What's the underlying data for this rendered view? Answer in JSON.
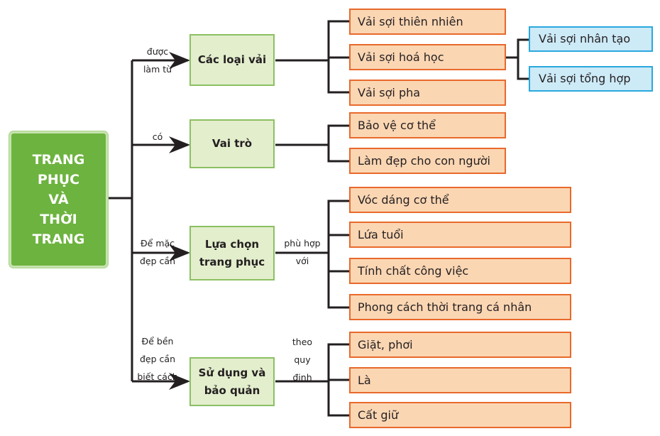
{
  "root": {
    "label": "TRANG\nPHỤC\nVÀ\nTHỜI\nTRANG"
  },
  "branches": [
    {
      "relation": [
        "được",
        "làm từ"
      ],
      "label": "Các loại vải",
      "items": [
        "Vải sợi thiên nhiên",
        "Vải sợi hoá học",
        "Vải sợi pha"
      ],
      "sub_items": [
        "Vải sợi nhân tạo",
        "Vải sợi tổng hợp"
      ]
    },
    {
      "relation": [
        "có"
      ],
      "label": "Vai trò",
      "items": [
        "Bảo vệ cơ thể",
        "Làm đẹp cho con người"
      ]
    },
    {
      "relation": [
        "Để mặc",
        "đẹp cần"
      ],
      "label": "Lựa chọn trang phục",
      "link": [
        "phù hợp",
        "với"
      ],
      "items": [
        "Vóc dáng cơ thể",
        "Lứa tuổi",
        "Tính chất công việc",
        "Phong cách thời trang cá nhân"
      ]
    },
    {
      "relation": [
        "Để bền",
        "đẹp cần",
        "biết cách"
      ],
      "label": "Sử dụng và bảo quản",
      "link": [
        "theo",
        "quy",
        "định"
      ],
      "items": [
        "Giặt, phơi",
        "Là",
        "Cất giữ"
      ]
    }
  ],
  "colors": {
    "root": "#6db33f",
    "level2": "#e3eecd",
    "level3": "#fbd6b3",
    "level3_border": "#e8692b",
    "sub": "#cdeaf7",
    "sub_border": "#29a8de"
  }
}
